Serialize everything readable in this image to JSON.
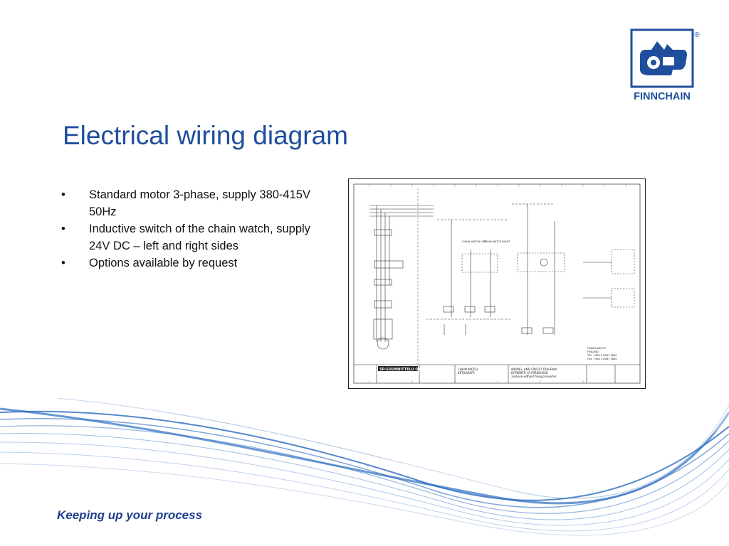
{
  "slide": {
    "title": "Electrical wiring diagram",
    "bullets": [
      "Standard motor 3-phase, supply 380-415V 50Hz",
      "Inductive switch of the chain watch, supply 24V DC – left and right sides",
      "Options available by request"
    ],
    "footer": "Keeping up your process"
  },
  "logo": {
    "text": "FINNCHAIN",
    "registered": "®",
    "icon": "finnchain-logo-icon",
    "color": "#1f4e9c"
  },
  "diagram": {
    "company_stamp": "SP-SUUNNITTELU OY",
    "chain_watch_left": "CHAIN WATCH LEFT",
    "chain_watch_right": "CHAIN WATCH RIGHT",
    "title_block_name": "CHAIN WATCH",
    "title_block_sub": "KETJUVAHTI",
    "title_block_desc1": "WIRING- AND CIRCUIT DIAGRAM",
    "title_block_desc2": "KYTKENTÄ- JA PIIRIKAAVIO",
    "title_block_desc3": "3-phase without frequconverter",
    "contact1": "FINNCHAIN OY",
    "contact2": "FINLAND",
    "contact3": "TEL +358 2 8387 3800",
    "contact4": "FAX +358 2 8387 3830"
  },
  "colors": {
    "title": "#1f4e9c",
    "footer": "#1f3f8f",
    "wave": "#2a6cc0"
  }
}
